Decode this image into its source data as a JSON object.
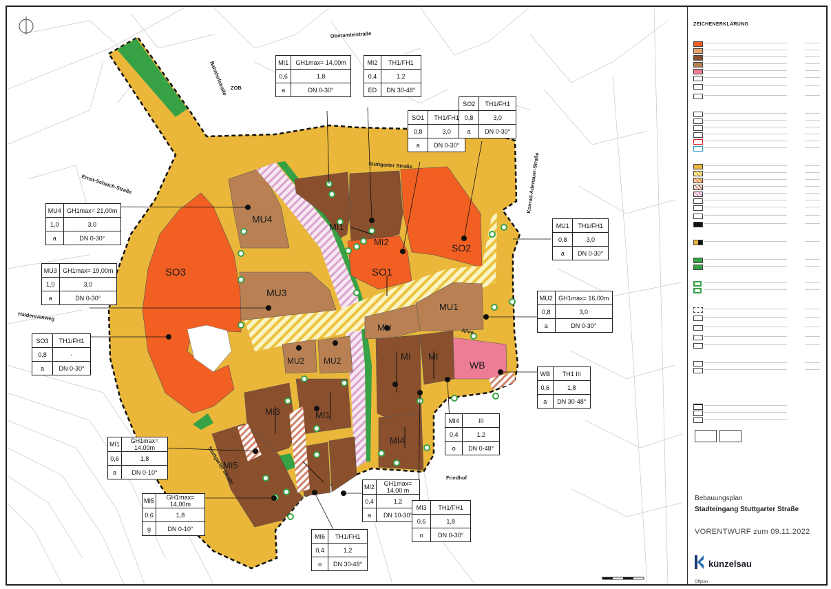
{
  "legend": {
    "title": "ZEICHENERKLÄRUNG"
  },
  "title_block": {
    "plan_type": "Bebauungsplan",
    "plan_name": "Stadteingang Stuttgarter Straße",
    "draft": "VORENTWURF zum 09.11.2022",
    "municipality": "künzelsau",
    "prepared_by": "Offplan"
  },
  "streets": {
    "stuttgarter_north": "Stuttgarter Straße",
    "stuttgarter_south": "Stuttgarter Straße",
    "ernst_schaich": "Ernst-Schaich-Straße",
    "haldenrainweg": "Haldenrainweg",
    "obere_rosenbergstrasse": "Oberamteistraße",
    "bahnhofstrasse": "Bahnhofstraße",
    "konrad_adenauer": "Konrad-Adenauer-Straße",
    "allee": "Allee",
    "zob": "ZOB",
    "friedhof": "Friedhof"
  },
  "zones": {
    "so3": "SO3",
    "so1": "SO1",
    "so2": "SO2",
    "mu4": "MU4",
    "mu3": "MU3",
    "mu1": "MU1",
    "mu2a": "MU2",
    "mu2b": "MU2",
    "mu_c": "MU",
    "mi1a": "MI1",
    "mi1b": "MI1",
    "mi2": "MI2",
    "mi3": "MI3",
    "mi5": "MI5",
    "mi4": "MI4",
    "mi6a": "MI",
    "mi6b": "MI",
    "wb": "WB"
  },
  "tables": {
    "t_mi1_top": [
      "MI1",
      "GH1max= 14,00m",
      "0,6",
      "1,8",
      "a",
      "DN 0-30°"
    ],
    "t_mi2_top": [
      "MI2",
      "TH1/FH1",
      "0,4",
      "1,2",
      "ED",
      "DN 30-48°"
    ],
    "t_so1": [
      "SO1",
      "TH1/FH1",
      "0,8",
      "3,0",
      "a",
      "DN 0-30°"
    ],
    "t_so2": [
      "SO2",
      "TH1/FH1",
      "0,8",
      "3,0",
      "a",
      "DN 0-30°"
    ],
    "t_mu4": [
      "MU4",
      "GH1max= 21,00m",
      "1,0",
      "3,0",
      "a",
      "DN 0-30°"
    ],
    "t_mu1": [
      "MU1",
      "TH1/FH1",
      "0,8",
      "3,0",
      "a",
      "DN 0-30°"
    ],
    "t_mu3": [
      "MU3",
      "GH1max= 19,00m",
      "1,0",
      "3,0",
      "a",
      "DN 0-30°"
    ],
    "t_mu2": [
      "MU2",
      "GH1max= 16,00m",
      "0,8",
      "3,0",
      "a",
      "DN 0-30°"
    ],
    "t_so3": [
      "SO3",
      "TH1/FH1",
      "0,8",
      "-",
      "a",
      "DN 0-30°"
    ],
    "t_wb": [
      "WB",
      "TH1 III",
      "0,6",
      "1,8",
      "a",
      "DN 30-48°"
    ],
    "t_mi4": [
      "MI4",
      "III",
      "0,4",
      "1,2",
      "o",
      "DN 0-48°"
    ],
    "t_mi1_bot": [
      "MI1",
      "GH1max= 14,00m",
      "0,6",
      "1,8",
      "a",
      "DN 0-10°"
    ],
    "t_mi5": [
      "MI5",
      "GH1max= 14,00m",
      "0,6",
      "1,8",
      "g",
      "DN 0-10°"
    ],
    "t_mi2_bot": [
      "MI2",
      "GH1max= 14,00 m",
      "0,4",
      "1,2",
      "a",
      "DN 10-30°"
    ],
    "t_mi3": [
      "MI3",
      "TH1/FH1",
      "0,6",
      "1,8",
      "o",
      "DN 0-30°"
    ],
    "t_mi6": [
      "MI6",
      "TH1/FH1",
      "0,4",
      "1,2",
      "o",
      "DN 30-48°"
    ]
  },
  "colors": {
    "traffic": "#eab73b",
    "mu": "#b98153",
    "mi": "#8a4f2c",
    "so": "#f25f23",
    "wb": "#ec7d95",
    "green": "#36a245",
    "frame": "#222222"
  }
}
